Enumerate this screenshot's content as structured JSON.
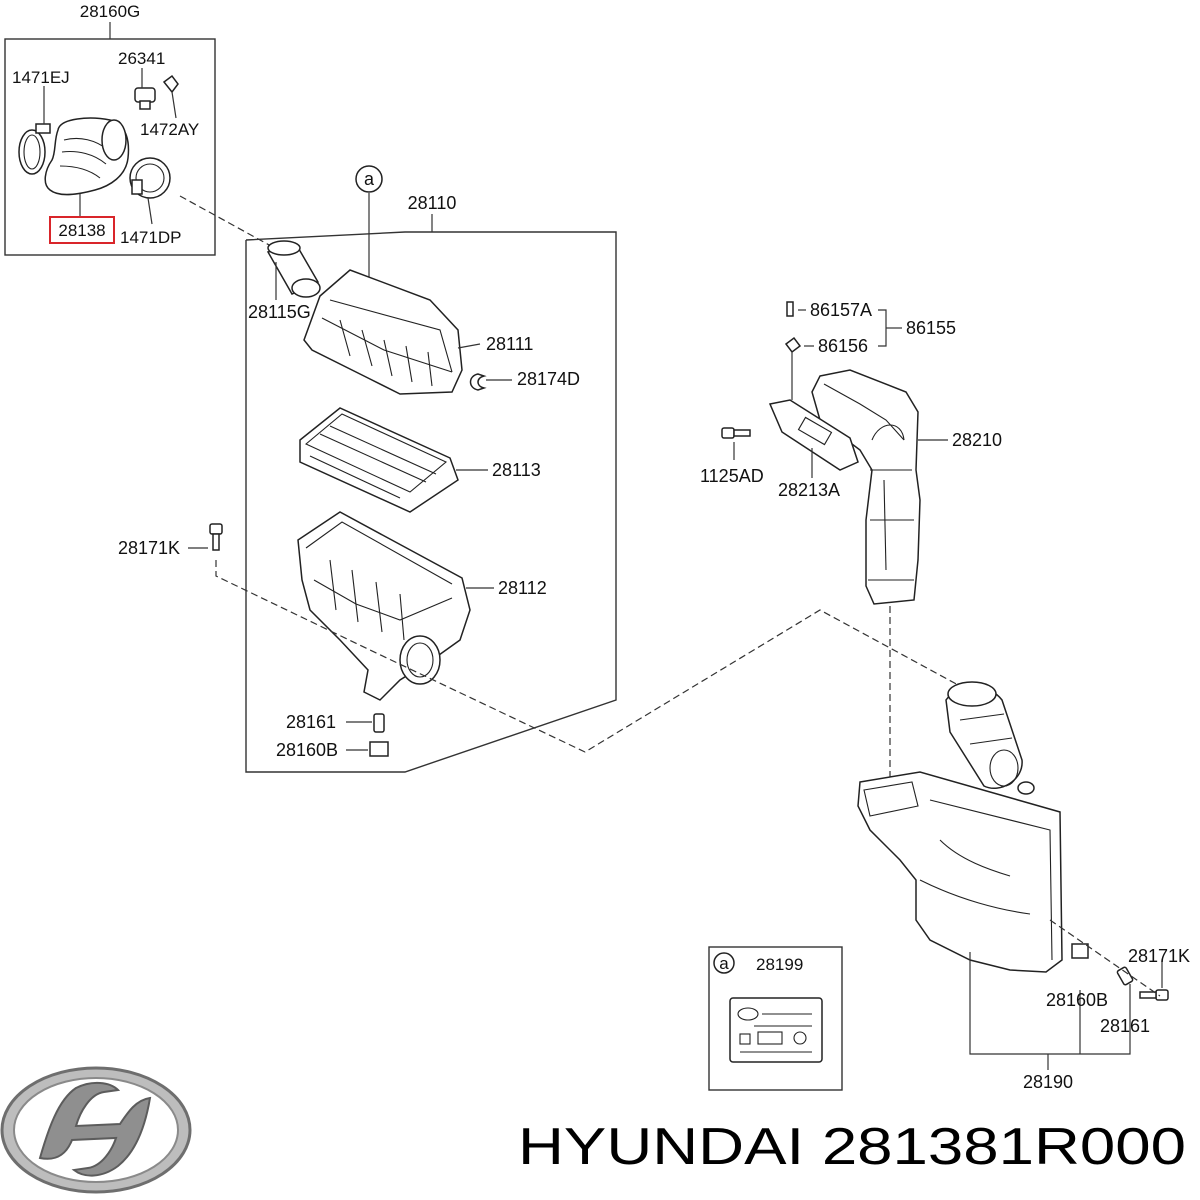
{
  "diagram": {
    "labels": {
      "p28160G": "28160G",
      "p1471EJ": "1471EJ",
      "p26341": "26341",
      "p1472AY": "1472AY",
      "p28138": "28138",
      "p1471DP": "1471DP",
      "a_top": "a",
      "p28110": "28110",
      "p28115G": "28115G",
      "p28111": "28111",
      "p28174D": "28174D",
      "p28113": "28113",
      "p28171K_left": "28171K",
      "p28112": "28112",
      "p28161_left": "28161",
      "p28160B_left": "28160B",
      "p86157A": "86157A",
      "p86155": "86155",
      "p86156": "86156",
      "p28210": "28210",
      "p1125AD": "1125AD",
      "p28213A": "28213A",
      "a_box": "a",
      "p28199": "28199",
      "p28171K_right": "28171K",
      "p28160B_right": "28160B",
      "p28161_right": "28161",
      "p28190": "28190"
    },
    "highlighted_part": "28138",
    "highlight_color": "#d9252a",
    "brand_title": "HYUNDAI 281381R000"
  }
}
